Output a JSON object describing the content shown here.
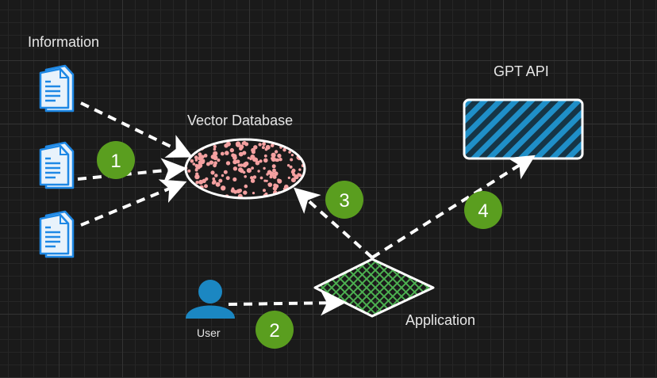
{
  "labels": {
    "information": "Information",
    "vector_database": "Vector Database",
    "gpt_api": "GPT API",
    "application": "Application",
    "user": "User"
  },
  "steps": [
    "1",
    "2",
    "3",
    "4"
  ],
  "colors": {
    "background": "#1a1a1a",
    "step_badge": "#5a9e1f",
    "document": "#1e88e5",
    "gpt_hatch": "#1f8fc8",
    "app_hatch": "#4caf50",
    "db_dots": "#f4a0a0",
    "user_icon": "#1b87c2"
  },
  "icons": {
    "document": "document-stack-icon",
    "user": "person-icon"
  }
}
